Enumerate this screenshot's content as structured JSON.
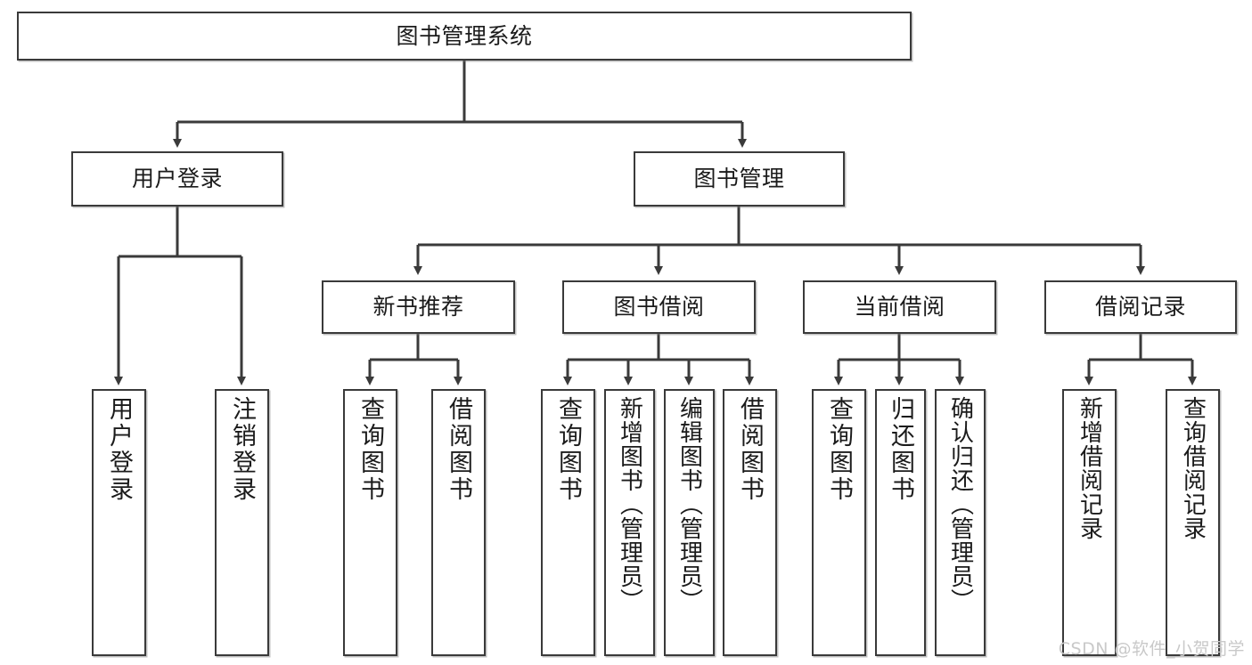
{
  "diagram": {
    "title": "图书管理系统",
    "type": "tree-hierarchy",
    "root": {
      "label": "图书管理系统"
    },
    "level2": [
      {
        "label": "用户登录"
      },
      {
        "label": "图书管理"
      }
    ],
    "level3": [
      {
        "label": "新书推荐"
      },
      {
        "label": "图书借阅"
      },
      {
        "label": "当前借阅"
      },
      {
        "label": "借阅记录"
      }
    ],
    "leaves": [
      {
        "label": "用户登录",
        "parent": "用户登录"
      },
      {
        "label": "注销登录",
        "parent": "用户登录"
      },
      {
        "label": "查询图书",
        "parent": "新书推荐"
      },
      {
        "label": "借阅图书",
        "parent": "新书推荐"
      },
      {
        "label": "查询图书",
        "parent": "图书借阅"
      },
      {
        "label": "新增图书（管理员）",
        "parent": "图书借阅"
      },
      {
        "label": "编辑图书（管理员）",
        "parent": "图书借阅"
      },
      {
        "label": "借阅图书",
        "parent": "图书借阅"
      },
      {
        "label": "查询图书",
        "parent": "当前借阅"
      },
      {
        "label": "归还图书",
        "parent": "当前借阅"
      },
      {
        "label": "确认归还（管理员）",
        "parent": "当前借阅"
      },
      {
        "label": "新增借阅记录",
        "parent": "借阅记录"
      },
      {
        "label": "查询借阅记录",
        "parent": "借阅记录"
      }
    ],
    "colors": {
      "border": "#3a3a3a",
      "background": "#ffffff",
      "text": "#1b1b1b",
      "connector": "#3a3a3a",
      "watermark": "#c9c9c9"
    }
  },
  "watermark": {
    "text": "CSDN @软件_小贺同学"
  }
}
